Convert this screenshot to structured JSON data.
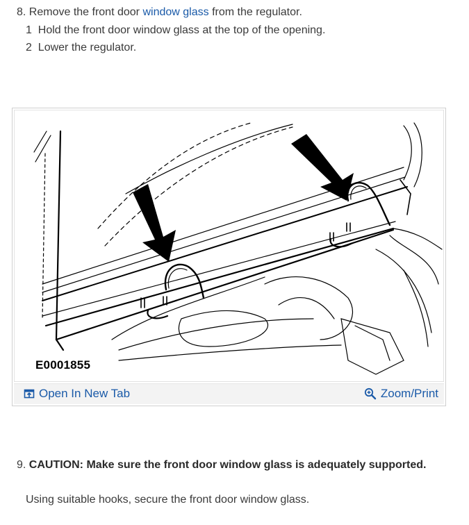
{
  "step8": {
    "number": "8.",
    "text_before": "Remove the front door",
    "link": "window glass",
    "text_after": "from the regulator.",
    "substeps": [
      {
        "number": "1",
        "text": "Hold the front door window glass at the top of the opening."
      },
      {
        "number": "2",
        "text": "Lower the regulator."
      }
    ]
  },
  "figure": {
    "code": "E0001855",
    "open_tab_label": "Open In New Tab",
    "zoom_label": "Zoom/Print",
    "open_tab_icon": "open-in-new-tab-icon",
    "zoom_icon": "zoom-icon"
  },
  "step9": {
    "number": "9.",
    "caution_label": "CAUTION:",
    "caution_text": "Make sure the front door window glass is adequately supported.",
    "body": "Using suitable hooks, secure the front door window glass."
  },
  "colors": {
    "link": "#1a5aa8",
    "text": "#3a3a3a",
    "bar_bg": "#f3f3f3"
  }
}
